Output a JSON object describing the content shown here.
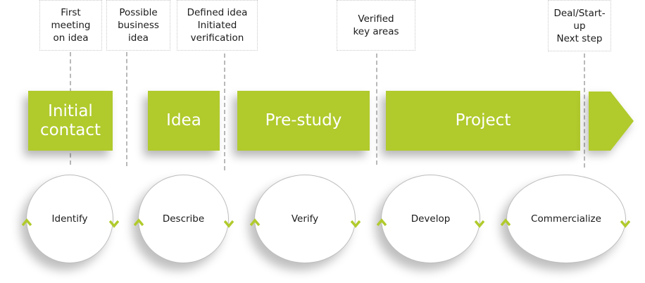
{
  "diagram": {
    "accent_color": "#b1ca2c",
    "milestones": [
      {
        "label": "First\nmeeting\non idea"
      },
      {
        "label": "Possible\nbusiness\nidea"
      },
      {
        "label": "Defined idea\nInitiated\nverification"
      },
      {
        "label": "Verified\nkey areas"
      },
      {
        "label": "Deal/Start-\nup\nNext step"
      }
    ],
    "phases": [
      {
        "label": "Initial\ncontact"
      },
      {
        "label": "Idea"
      },
      {
        "label": "Pre-study"
      },
      {
        "label": "Project"
      }
    ],
    "activities": [
      {
        "label": "Identify"
      },
      {
        "label": "Describe"
      },
      {
        "label": "Verify"
      },
      {
        "label": "Develop"
      },
      {
        "label": "Commercialize"
      }
    ]
  }
}
